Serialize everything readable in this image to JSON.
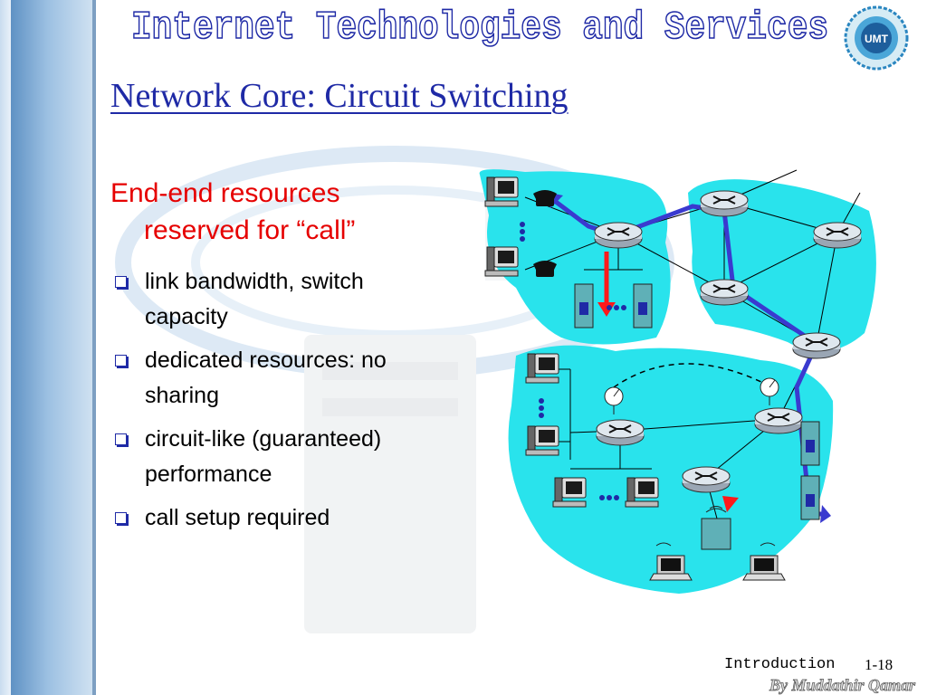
{
  "banner": {
    "text": "Internet Technologies and Services"
  },
  "logo": {
    "text": "UMT"
  },
  "slide": {
    "title": "Network Core: Circuit Switching",
    "heading_line1": "End-end resources",
    "heading_line2": "reserved for “call”",
    "bullets": [
      {
        "line1": "link bandwidth,  switch",
        "line2": "capacity"
      },
      {
        "line1": "dedicated resources: no",
        "line2": "sharing"
      },
      {
        "line1": "circuit-like (guaranteed)",
        "line2": "performance"
      },
      {
        "line1": "call setup required",
        "line2": ""
      }
    ]
  },
  "footer": {
    "section": "Introduction",
    "page": "1-18",
    "signature": "By Muddathir Qamar"
  },
  "colors": {
    "title": "#1f2aa6",
    "heading": "#e60000",
    "network_cloud": "#29e3ec",
    "circuit_red": "#ff1a1a",
    "circuit_blue": "#3a3acf"
  },
  "icons": [
    "bullet-box-icon",
    "router-icon",
    "computer-icon",
    "telephone-icon",
    "server-icon",
    "laptop-icon",
    "satellite-dish-icon",
    "wireless-access-point-icon"
  ]
}
